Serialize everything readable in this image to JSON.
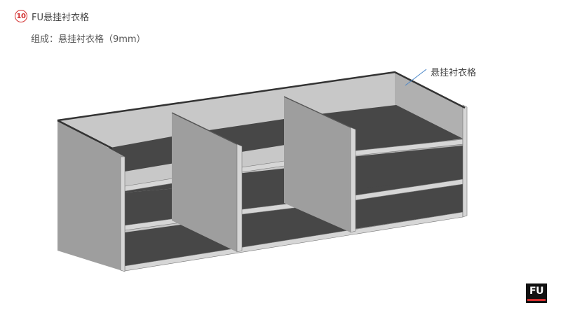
{
  "header": {
    "number": "10",
    "title": "FU悬挂衬衣格"
  },
  "subtitle": "组成：悬挂衬衣格（9mm）",
  "callout": {
    "label": "悬挂衬衣格"
  },
  "logo": {
    "text": "FU"
  },
  "colors": {
    "accent_red": "#d32f2f",
    "panel_gray": "#9e9e9e",
    "shelf_dark": "#474747",
    "inner_light": "#c8c8c8",
    "callout_line": "#4a86c8"
  }
}
